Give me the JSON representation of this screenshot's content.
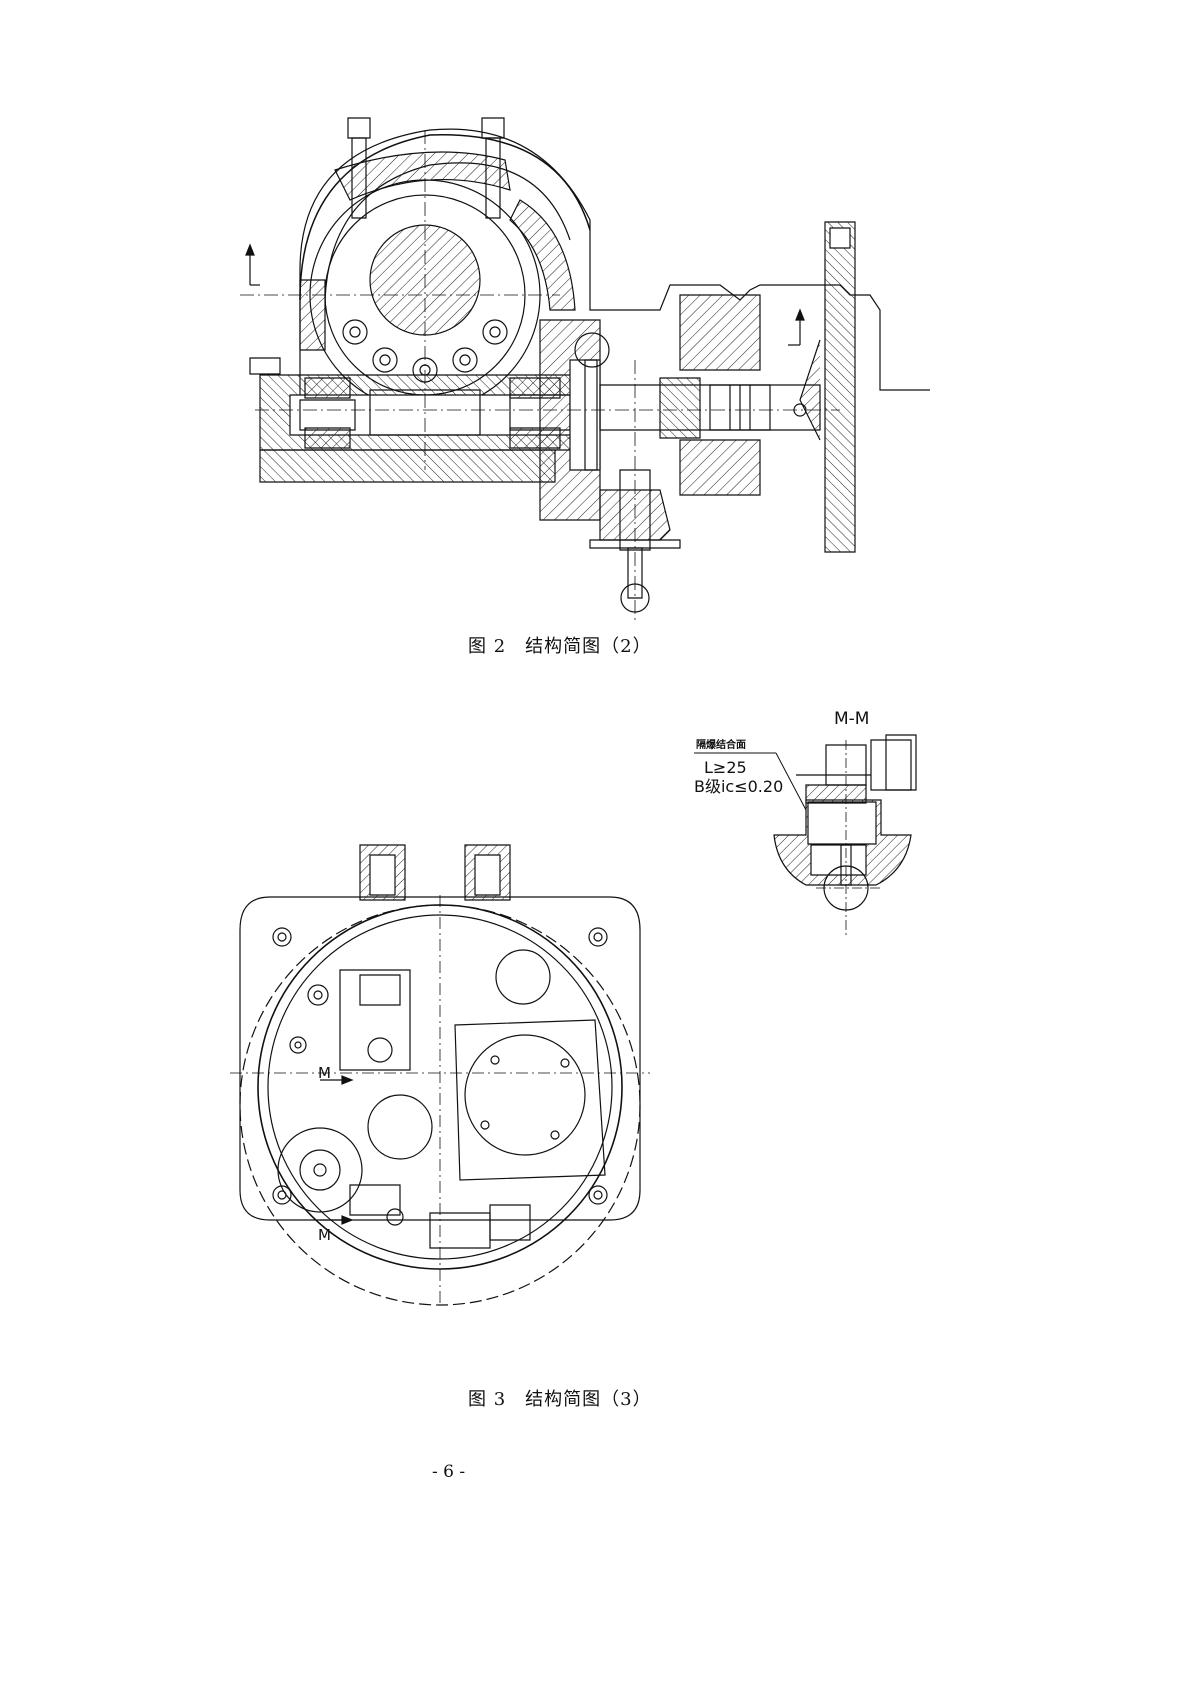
{
  "figures": [
    {
      "caption": "图 2　结构简图（2）"
    },
    {
      "caption": "图 3　结构简图（3）",
      "section_label": "M-M",
      "section_marks": [
        "M",
        "M"
      ],
      "annotation": {
        "title": "隔爆结合面",
        "line1": "L≥25",
        "line2": "B级ic≤0.20"
      }
    }
  ],
  "page_number": "- 6 -"
}
